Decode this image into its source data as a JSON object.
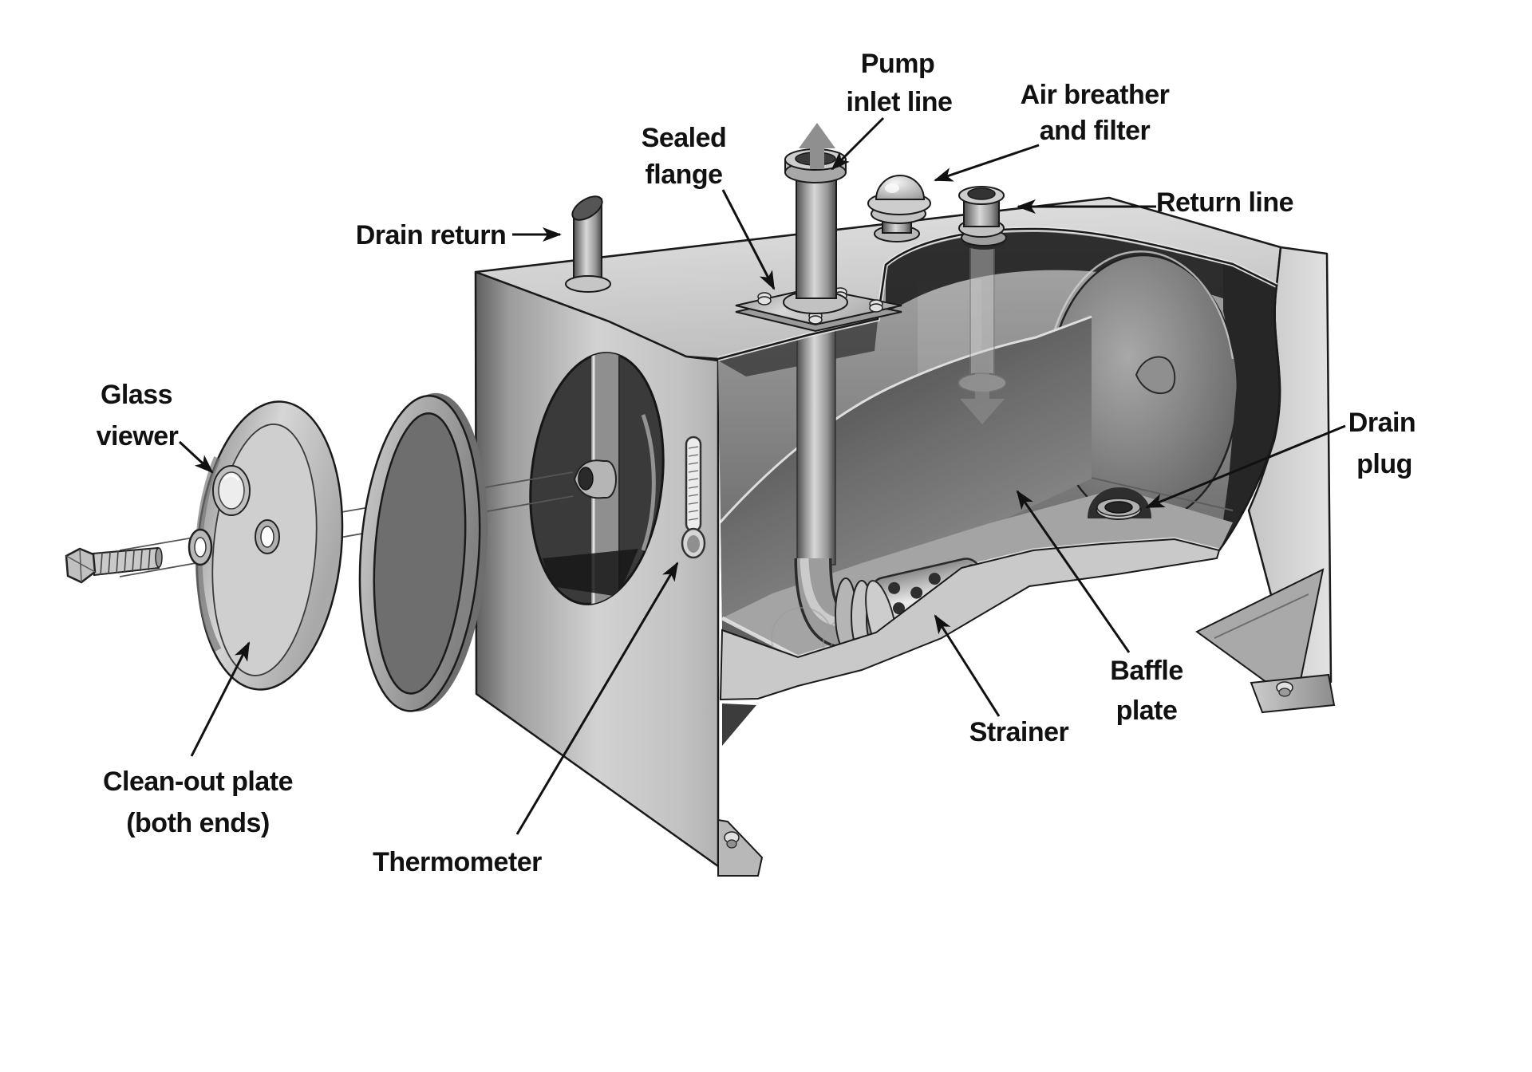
{
  "diagram": {
    "type": "technical-illustration",
    "subject": "Hydraulic reservoir cutaway",
    "labels": {
      "pump_inlet_line_1": "Pump",
      "pump_inlet_line_2": "inlet line",
      "air_breather_1": "Air breather",
      "air_breather_2": "and filter",
      "sealed_flange_1": "Sealed",
      "sealed_flange_2": "flange",
      "drain_return": "Drain return",
      "return_line": "Return line",
      "glass_viewer_1": "Glass",
      "glass_viewer_2": "viewer",
      "cleanout_plate_1": "Clean-out plate",
      "cleanout_plate_2": "(both ends)",
      "thermometer": "Thermometer",
      "strainer": "Strainer",
      "baffle_plate_1": "Baffle",
      "baffle_plate_2": "plate",
      "drain_plug_1": "Drain",
      "drain_plug_2": "plug"
    },
    "colors": {
      "background": "#ffffff",
      "line": "#111111",
      "label_text": "#111111",
      "metal_light": "#d9d9d9",
      "metal_mid": "#9a9a9a",
      "metal_dark": "#3b3b3b",
      "interior_shadow": "#1d1d1d"
    }
  }
}
